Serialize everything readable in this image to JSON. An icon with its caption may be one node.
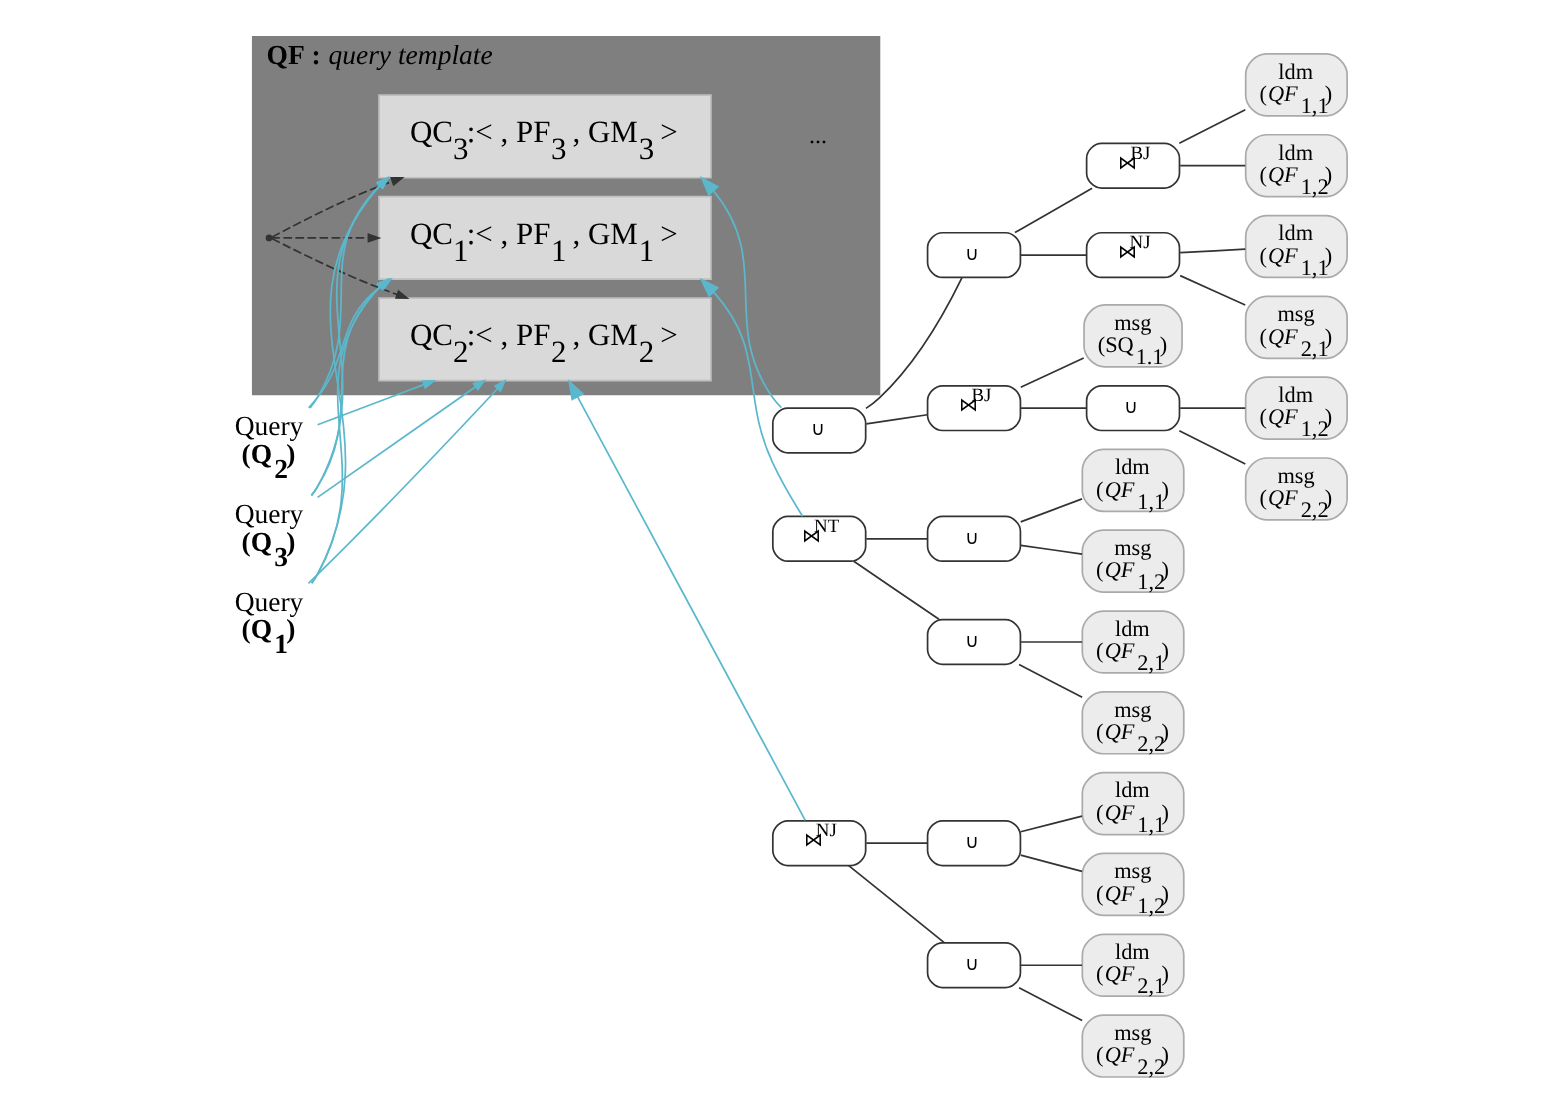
{
  "diagram": {
    "nodes": [
      {
        "text": [
          "**QF :** *query template*"
        ]
      },
      {
        "text": [
          "Query",
          "**(Q$_{1}$)**"
        ]
      },
      {
        "text": [
          "Query",
          "**(Q$_{2}$)**"
        ]
      },
      {
        "text": [
          "Query",
          "**(Q$_{3}$)**"
        ]
      },
      {
        "text": [
          "QC$_{1}$:< , PF$_{1}$ , GM$_{1}$ >"
        ],
        "in": 0
      },
      {
        "text": [
          "QC$_{2}$:< , PF$_{2}$ , GM$_{2}$ >"
        ],
        "in": 0
      },
      {
        "text": [
          "QC$_{3}$:< , PF$_{3}$ , GM$_{3}$ >"
        ],
        "in": 0
      },
      {
        "text": [
          "⋈$^{NT}$"
        ]
      },
      {
        "text": [
          "∪"
        ]
      },
      {
        "text": [
          "∪"
        ]
      },
      {
        "text": [
          "ldm",
          "(*QF*$_{1,1}$)"
        ]
      },
      {
        "text": [
          "msg",
          "(*QF*$_{1,2}$)"
        ]
      },
      {
        "text": [
          "ldm",
          "(*QF*$_{2,1}$)"
        ]
      },
      {
        "text": [
          "msg",
          "(*QF*$_{2,2}$)"
        ]
      },
      {
        "text": [
          "⋈$^{NJ}$"
        ]
      },
      {
        "text": [
          "∪"
        ]
      },
      {
        "text": [
          "∪"
        ]
      },
      {
        "text": [
          "ldm",
          "(*QF*$_{1,1}$)"
        ]
      },
      {
        "text": [
          "msg",
          "(*QF*$_{1,2}$)"
        ]
      },
      {
        "text": [
          "ldm",
          "(*QF*$_{2,1}$)"
        ]
      },
      {
        "text": [
          "msg",
          "(*QF*$_{2,2}$)"
        ]
      },
      {
        "text": [
          "∪"
        ]
      },
      {
        "text": [
          "∪"
        ]
      },
      {
        "text": [
          "⋈$^{BJ}$"
        ]
      },
      {
        "text": [
          "⋈$^{BJ}$"
        ]
      },
      {
        "text": [
          "⋈$^{NJ}$"
        ]
      },
      {
        "text": [
          "msg",
          "(SQ$_{1.1}$)"
        ]
      },
      {
        "text": [
          "∪"
        ]
      },
      {
        "text": [
          "ldm",
          "(*QF*$_{1,1}$)"
        ]
      },
      {
        "text": [
          "ldm",
          "(*QF*$_{1,2}$)"
        ]
      },
      {
        "text": [
          "ldm",
          "(*QF*$_{1,1}$)"
        ]
      },
      {
        "text": [
          "msg",
          "(*QF*$_{2,1}$)"
        ]
      },
      {
        "text": [
          "ldm",
          "(*QF*$_{1,2}$)"
        ]
      },
      {
        "text": [
          "msg",
          "(*QF*$_{2,2}$)"
        ]
      }
    ],
    "edges": [
      {
        "from": 1,
        "to": 4,
        "arrow": "to",
        "color": "#5bb8cc"
      },
      {
        "from": 1,
        "to": 5,
        "arrow": "to",
        "color": "#5bb8cc"
      },
      {
        "from": 1,
        "to": 6,
        "arrow": "to",
        "color": "#5bb8cc"
      },
      {
        "from": 2,
        "to": 4,
        "arrow": "to",
        "color": "#5bb8cc"
      },
      {
        "from": 2,
        "to": 5,
        "arrow": "to",
        "color": "#5bb8cc"
      },
      {
        "from": 2,
        "to": 6,
        "arrow": "to",
        "color": "#5bb8cc"
      },
      {
        "from": 3,
        "to": 4,
        "arrow": "to",
        "color": "#5bb8cc"
      },
      {
        "from": 3,
        "to": 5,
        "arrow": "to",
        "color": "#5bb8cc"
      },
      {
        "from": 3,
        "to": 6,
        "arrow": "to",
        "color": "#5bb8cc"
      },
      {
        "from": 0,
        "to": 4,
        "arrow": "to",
        "style": "dashed"
      },
      {
        "from": 0,
        "to": 5,
        "arrow": "to",
        "style": "dashed"
      },
      {
        "from": 0,
        "to": 6,
        "arrow": "to",
        "style": "dashed"
      },
      {
        "from": 7,
        "to": 4,
        "arrow": "to",
        "color": "#5bb8cc"
      },
      {
        "from": 14,
        "to": 5,
        "arrow": "to",
        "color": "#5bb8cc"
      },
      {
        "from": 21,
        "to": 6,
        "arrow": "to",
        "color": "#5bb8cc"
      },
      {
        "from": 7,
        "to": 8,
        "arrow": "none"
      },
      {
        "from": 7,
        "to": 9,
        "arrow": "none"
      },
      {
        "from": 8,
        "to": 10,
        "arrow": "none"
      },
      {
        "from": 8,
        "to": 11,
        "arrow": "none"
      },
      {
        "from": 9,
        "to": 12,
        "arrow": "none"
      },
      {
        "from": 9,
        "to": 13,
        "arrow": "none"
      },
      {
        "from": 14,
        "to": 15,
        "arrow": "none"
      },
      {
        "from": 14,
        "to": 16,
        "arrow": "none"
      },
      {
        "from": 15,
        "to": 17,
        "arrow": "none"
      },
      {
        "from": 15,
        "to": 18,
        "arrow": "none"
      },
      {
        "from": 16,
        "to": 19,
        "arrow": "none"
      },
      {
        "from": 16,
        "to": 20,
        "arrow": "none"
      },
      {
        "from": 21,
        "to": 22,
        "arrow": "none"
      },
      {
        "from": 21,
        "to": 23,
        "arrow": "none"
      },
      {
        "from": 22,
        "to": 24,
        "arrow": "none"
      },
      {
        "from": 22,
        "to": 25,
        "arrow": "none"
      },
      {
        "from": 23,
        "to": 26,
        "arrow": "none"
      },
      {
        "from": 23,
        "to": 27,
        "arrow": "none"
      },
      {
        "from": 24,
        "to": 28,
        "arrow": "none"
      },
      {
        "from": 24,
        "to": 29,
        "arrow": "none"
      },
      {
        "from": 25,
        "to": 30,
        "arrow": "none"
      },
      {
        "from": 25,
        "to": 31,
        "arrow": "none"
      },
      {
        "from": 27,
        "to": 32,
        "arrow": "none"
      },
      {
        "from": 27,
        "to": 33,
        "arrow": "none"
      }
    ],
    "labels": [
      "..."
    ]
  }
}
